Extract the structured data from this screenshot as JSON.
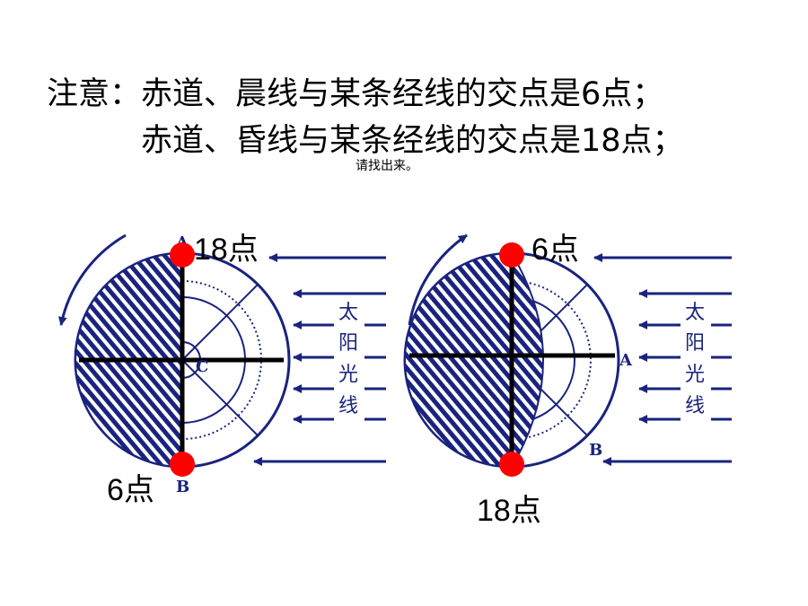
{
  "note": {
    "line1": "注意：赤道、晨线与某条经线的交点是6点；",
    "line2": "赤道、昏线与某条经线的交点是18点；",
    "sub": "请找出来。"
  },
  "left_diagram": {
    "top_label": "18点",
    "bottom_label": "6点",
    "point_a": "A",
    "point_b": "B",
    "point_c": "C"
  },
  "right_diagram": {
    "top_label": "6点",
    "bottom_label": "18点",
    "point_a": "A",
    "point_b": "B"
  },
  "sunlight_chars": [
    "太",
    "阳",
    "光",
    "线"
  ],
  "colors": {
    "globe": "#1a237e",
    "marker": "#ff0000",
    "axis": "#000000"
  }
}
